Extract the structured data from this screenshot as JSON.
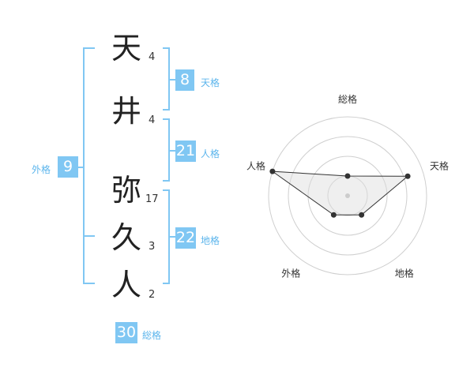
{
  "characters": [
    {
      "kanji": "天",
      "strokes": "4"
    },
    {
      "kanji": "井",
      "strokes": "4"
    },
    {
      "kanji": "弥",
      "strokes": "17"
    },
    {
      "kanji": "久",
      "strokes": "3"
    },
    {
      "kanji": "人",
      "strokes": "2"
    }
  ],
  "fortunes": {
    "tenkaku": {
      "value": "8",
      "label": "天格"
    },
    "jinkaku": {
      "value": "21",
      "label": "人格"
    },
    "chikaku": {
      "value": "22",
      "label": "地格"
    },
    "gaikaku": {
      "value": "9",
      "label": "外格"
    },
    "soukaku": {
      "value": "30",
      "label": "総格"
    }
  },
  "colors": {
    "accent": "#80c7f3",
    "accent_text": "#5cb5ec"
  },
  "chart_data": {
    "type": "radar",
    "axes": [
      "総格",
      "天格",
      "地格",
      "外格",
      "人格"
    ],
    "values": [
      0.25,
      0.8,
      0.3,
      0.3,
      1.0
    ],
    "rings": 4,
    "grid": true
  }
}
